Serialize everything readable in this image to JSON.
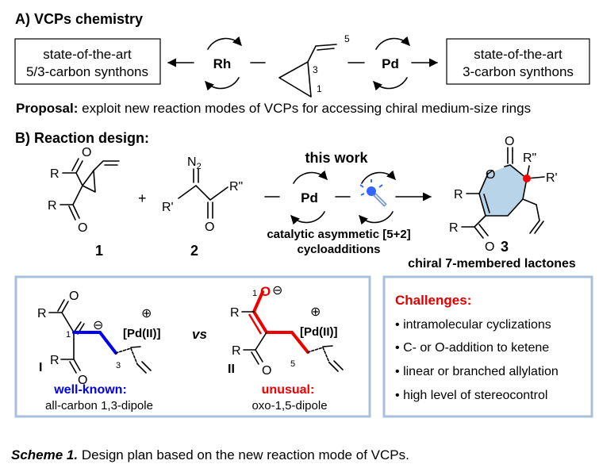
{
  "section_a": {
    "title": "A) VCPs chemistry",
    "left_box": [
      "state-of-the-art",
      "5/3-carbon synthons"
    ],
    "right_box": [
      "state-of-the-art",
      "3-carbon synthons"
    ],
    "rh": "Rh",
    "pd": "Pd",
    "vcp_labels": {
      "c5": "5",
      "c3": "3",
      "c1": "1"
    },
    "proposal_label": "Proposal:",
    "proposal_text": "exploit new reaction modes of VCPs for accessing chiral medium-size rings"
  },
  "section_b": {
    "title": "B) Reaction design:",
    "this_work": "this work",
    "pd": "Pd",
    "plus": "+",
    "caption_line1": "catalytic asymmetic [5+2]",
    "caption_line2": "cycloadditions",
    "cmpd1": {
      "num": "1",
      "o1": "O",
      "o2": "O",
      "r1": "R",
      "r2": "R"
    },
    "cmpd2": {
      "num": "2",
      "n2": "N",
      "n2_sub": "2",
      "r_prime": "R'",
      "r_dprime": "R\"",
      "o": "O"
    },
    "cmpd3": {
      "num": "3",
      "o_carbonyl": "O",
      "o_ring": "O",
      "r_dprime": "R\"",
      "r_prime": "R'",
      "r_ring": "R",
      "r_ketone": "R",
      "o_ketone": "O"
    },
    "product_label": "chiral 7-membered lactones",
    "light_color": "#3366ff",
    "ring_fill": "#b8d4e8",
    "stereo_dot": "#ff0000"
  },
  "panel_left": {
    "border_color": "#a7c0dd",
    "int1": {
      "label": "I",
      "r1": "R",
      "r2": "R",
      "o1": "O",
      "o2": "O",
      "n1": "1",
      "n3": "3",
      "charge": "⊖",
      "plus": "⊕",
      "pd": "[Pd(II)]",
      "name": "well-known:",
      "desc": "all-carbon 1,3-dipole",
      "color": "#0000ee"
    },
    "vs": "vs",
    "int2": {
      "label": "II",
      "r1": "R",
      "r2": "R",
      "o1": "O",
      "o2": "O",
      "n1": "1",
      "n5": "5",
      "charge": "⊖",
      "plus": "⊕",
      "pd": "[Pd(II)]",
      "name": "unusual:",
      "desc": "oxo-1,5-dipole",
      "color": "#ee0000"
    }
  },
  "panel_right": {
    "title": "Challenges:",
    "title_color": "#e00000",
    "bullet": "•",
    "items": [
      "intramolecular cyclizations",
      "C- or O-addition to ketene",
      "linear or branched allylation",
      "high level of stereocontrol"
    ]
  },
  "caption": {
    "label": "Scheme 1.",
    "text": "Design plan based on the new reaction mode of VCPs."
  }
}
